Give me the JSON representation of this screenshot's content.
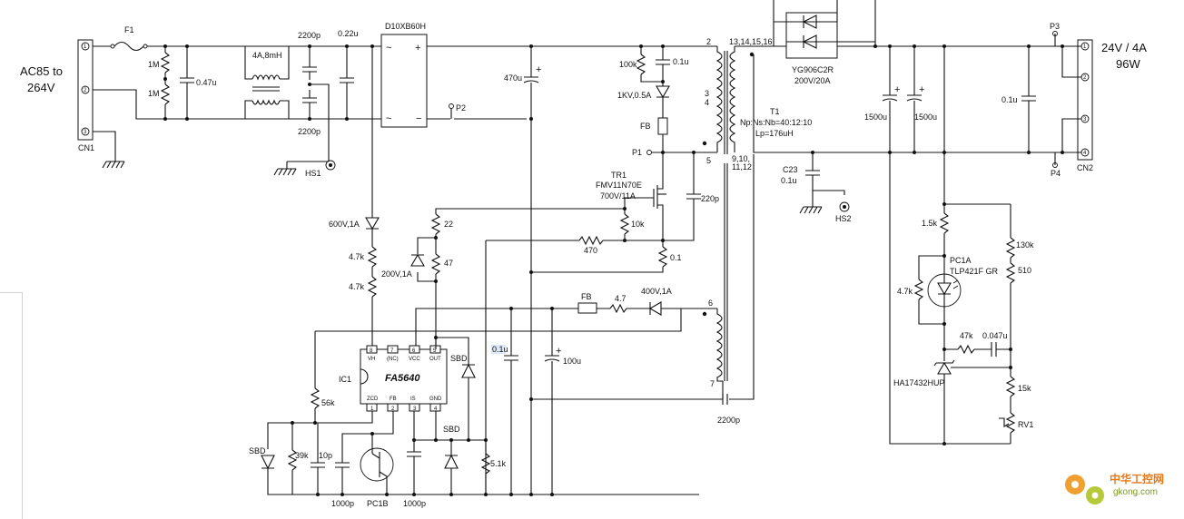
{
  "input": {
    "voltage_range_line1": "AC85 to",
    "voltage_range_line2": "264V",
    "connector": "CN1",
    "pins": [
      "1",
      "2",
      "3"
    ]
  },
  "output": {
    "rating_line1": "24V / 4A",
    "rating_line2": "96W",
    "connector": "CN2",
    "pins": [
      "1",
      "2",
      "3",
      "4"
    ],
    "tp_plus": "P3",
    "tp_minus": "P4"
  },
  "components": {
    "fuse": "F1",
    "r_bleed_1": "1M",
    "r_bleed_2": "1M",
    "c_x": "0.47u",
    "choke": "4A,8mH",
    "c_y_top": "2200p",
    "c_y_bot": "2200p",
    "c_x2": "0.22u",
    "bridge": "D10XB60H",
    "c_bulk": "470u",
    "tp_p2": "P2",
    "tp_p1": "P1",
    "snub_r": "100k",
    "snub_c": "0.1u",
    "snub_d": "1KV,0.5A",
    "fb_bead": "FB",
    "mosfet_ref": "TR1",
    "mosfet_part": "FMV11N70E",
    "mosfet_rating": "700V/11A",
    "c_ds": "220p",
    "r_gate_22": "22",
    "r_gs_10k": "10k",
    "r_470": "470",
    "r_sense": "0.1",
    "r_47": "47",
    "d_gate": "200V,1A",
    "d_start": "600V,1A",
    "r_start_1": "4.7k",
    "r_start_2": "4.7k",
    "aux_fb": "FB",
    "aux_r": "4.7",
    "aux_d": "400V,1A",
    "c_vcc_1": "0.1u",
    "c_vcc_2": "100u",
    "ic_ref": "IC1",
    "ic_part": "FA5640",
    "ic_pins_top_num": [
      "8",
      "7",
      "6",
      "5"
    ],
    "ic_pins_top_name": [
      "VH",
      "(NC)",
      "VCC",
      "OUT"
    ],
    "ic_pins_bot_num": [
      "1",
      "2",
      "3",
      "4"
    ],
    "ic_pins_bot_name": [
      "ZCD",
      "FB",
      "IS",
      "GND"
    ],
    "sbd_out": "SBD",
    "sbd_left": "SBD",
    "sbd_mid": "SBD",
    "r_56k": "56k",
    "r_39k": "39k",
    "c_10p": "10p",
    "c_1000p_a": "1000p",
    "pc_b": "PC1B",
    "c_1000p_b": "1000p",
    "r_5k1": "5.1k",
    "c_y_ret": "2200p",
    "xfmr_ref": "T1",
    "xfmr_ratio": "Np:Ns:Nb=40:12:10",
    "xfmr_lp": "Lp=176uH",
    "pin_2": "2",
    "pin_3": "3",
    "pin_4": "4",
    "pin_5": "5",
    "pin_6": "6",
    "pin_7": "7",
    "sec_pins_top": "13,14,15,16",
    "sec_pins_bot_1": "9,10,",
    "sec_pins_bot_2": "11,12",
    "rect_part": "YG906C2R",
    "rect_rating": "200V/20A",
    "c_out_1": "1500u",
    "c_out_2": "1500u",
    "c_out_3": "0.1u",
    "c23_ref": "C23",
    "c23_val": "0.1u",
    "hs1": "HS1",
    "hs2": "HS2",
    "r_1k5": "1.5k",
    "pc_a_ref": "PC1A",
    "pc_a_part": "TLP421F GR",
    "r_4k7_pc": "4.7k",
    "r_130k": "130k",
    "r_510": "510",
    "r_47k": "47k",
    "c_0047": "0.047u",
    "shunt": "HA17432HUP",
    "r_15k": "15k",
    "rv1": "RV1"
  },
  "watermark": {
    "cn_text": "中华工控网",
    "url": "gkong.com"
  }
}
